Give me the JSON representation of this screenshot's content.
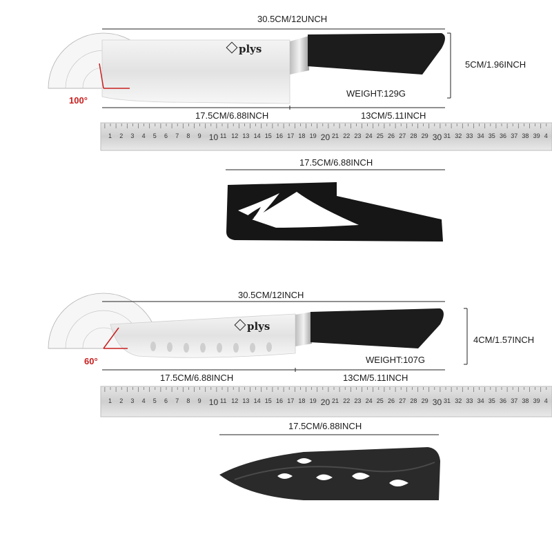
{
  "brand": "plys",
  "knife1": {
    "length": "30.5CM/12UNCH",
    "height": "5CM/1.96INCH",
    "weight": "WEIGHT:129G",
    "blade": "17.5CM/6.88INCH",
    "handle": "13CM/5.11INCH",
    "angle": "100°",
    "sheath": "17.5CM/6.88INCH"
  },
  "knife2": {
    "length": "30.5CM/12INCH",
    "height": "4CM/1.57INCH",
    "weight": "WEIGHT:107G",
    "blade": "17.5CM/6.88INCH",
    "handle": "13CM/5.11INCH",
    "angle": "60°",
    "sheath": "17.5CM/6.88INCH"
  },
  "ruler": {
    "numbers": [
      "1",
      "2",
      "3",
      "4",
      "5",
      "6",
      "7",
      "8",
      "9",
      "10",
      "11",
      "12",
      "13",
      "14",
      "15",
      "16",
      "17",
      "18",
      "19",
      "20",
      "21",
      "22",
      "23",
      "24",
      "25",
      "26",
      "27",
      "28",
      "29",
      "30",
      "31",
      "32",
      "33",
      "34",
      "35",
      "36",
      "37",
      "38",
      "39",
      "4"
    ]
  },
  "colors": {
    "angle": "#c81e1e",
    "handle": "#1a1a1a",
    "blade": "#e8e8e8"
  }
}
